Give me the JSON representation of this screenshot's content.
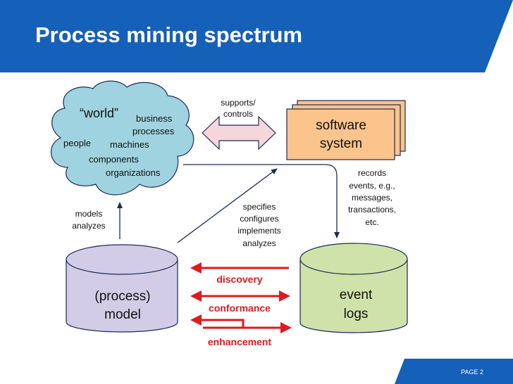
{
  "header": {
    "title": "Process mining spectrum"
  },
  "world": {
    "title": "“world”",
    "words": [
      "business",
      "processes",
      "people",
      "machines",
      "components",
      "organizations"
    ]
  },
  "supports_label": [
    "supports/",
    "controls"
  ],
  "software": {
    "lines": [
      "software",
      "system"
    ]
  },
  "records_label": [
    "records",
    "events, e.g.,",
    "messages,",
    "transactions,",
    "etc."
  ],
  "models_label": [
    "models",
    "analyzes"
  ],
  "specifies_label": [
    "specifies",
    "configures",
    "implements",
    "analyzes"
  ],
  "model": {
    "lines": [
      "(process)",
      "model"
    ]
  },
  "event_logs": {
    "lines": [
      "event",
      "logs"
    ]
  },
  "relations": {
    "discovery": "discovery",
    "conformance": "conformance",
    "enhancement": "enhancement"
  },
  "footer": {
    "page": "PAGE 2"
  },
  "colors": {
    "header_blue": "#1560b8",
    "cloud_fill": "#9fd3df",
    "software_fill": "#fbc48c",
    "model_fill": "#d2cce6",
    "logs_fill": "#cfe2a9",
    "arrow_fill": "#f5d6da",
    "relation_red": "#e0191e",
    "navy": "#1b2a55"
  }
}
